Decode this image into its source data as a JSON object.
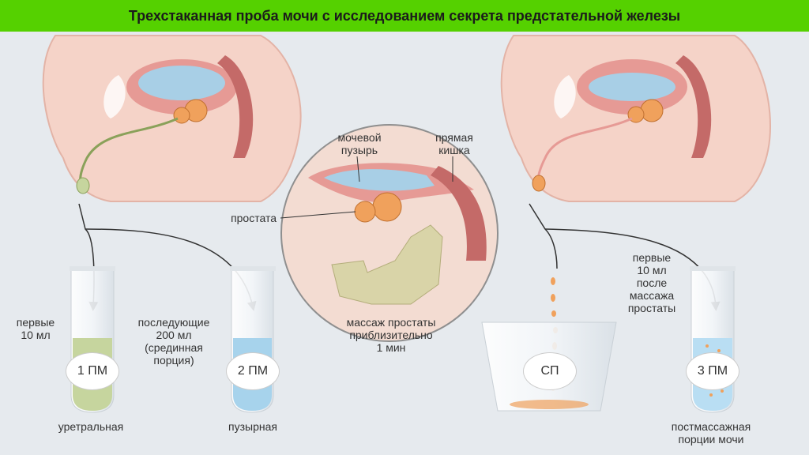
{
  "title": "Трехстаканная проба мочи с исследованием секрета предстательной железы",
  "labels": {
    "bladder": "мочевой\nпузырь",
    "rectum": "прямая\nкишка",
    "prostate": "простата",
    "massage": "массаж простаты\nприблизительно\n1 мин",
    "first10": "первые\n10 мл",
    "next200": "последующие\n200 мл\n(срединная\nпорция)",
    "first10_after": "первые\n10 мл\nпосле\nмассажа\nпростаты",
    "urethral": "уретральная",
    "vesical": "пузырная",
    "postmassage": "постмассажная\nпорции мочи"
  },
  "samples": {
    "pm1": "1 ПМ",
    "pm2": "2 ПМ",
    "sp": "СП",
    "pm3": "3 ПМ"
  },
  "colors": {
    "title_bar": "#55d100",
    "tube1_fluid": "#c6d59e",
    "tube2_fluid": "#a7d3ec",
    "tube3_fluid": "#b9def3",
    "prostate": "#f0a15c",
    "skin": "#f5d3c8",
    "tissue": "#e69a95"
  }
}
